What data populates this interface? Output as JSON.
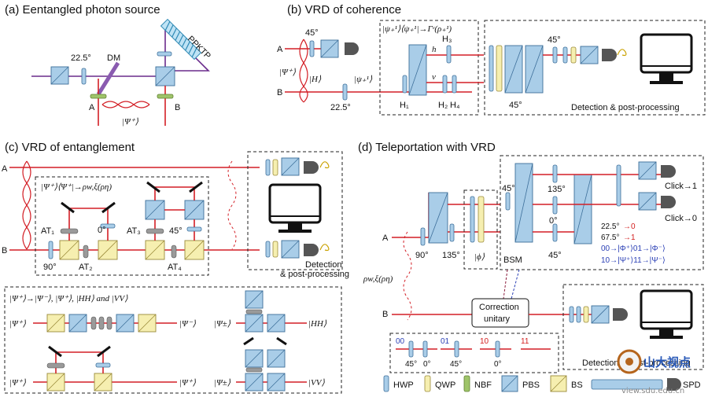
{
  "panels": {
    "a": {
      "title": "(a) Eentangled photon source",
      "hwp_angle": "22.5°",
      "dm": "DM",
      "crystal": "PPKTP",
      "port_a": "A",
      "port_b": "B",
      "state": "|Ψ⁺⟩"
    },
    "b": {
      "title": "(b) VRD of coherence",
      "angle1": "45°",
      "port_a": "A",
      "port_b": "B",
      "state": "|Ψ⁺⟩",
      "H_ket": "|H⟩",
      "psi_ket": "|ψ₊¹⟩",
      "angle2": "22.5°",
      "map": "|ψ₊¹⟩⟨ψ₊¹|→Γᵋ(ρ₊¹)",
      "h": "h",
      "v": "v",
      "H1": "H₁",
      "H2": "H₂",
      "H3": "H₃",
      "H4": "H₄",
      "angle3": "45°",
      "angle4": "45°",
      "det_label": "Detection & post-processing"
    },
    "c": {
      "title": "(c) VRD of entanglement",
      "port_a": "A",
      "port_b": "B",
      "map": "|Ψ⁺⟩⟨Ψ⁺|→ρw,ξ(ρη)",
      "at1": "AT₁",
      "at2": "AT₂",
      "at3": "AT₃",
      "at4": "AT₄",
      "zero": "0°",
      "forty5": "45°",
      "ninety": "90°",
      "det_label": "Detection",
      "det_label2": "& post-processing",
      "sub_title": "|Ψ⁺⟩→|Ψ⁻⟩, |Ψ⁺⟩, |HH⟩ and |VV⟩",
      "in1": "|Ψ⁺⟩",
      "out1": "|Ψ⁻⟩",
      "in2": "|Ψ⁺⟩",
      "in3": "|Ψ⁺⟩",
      "out3": "|Ψ⁺⟩",
      "in4": "|Ψ±⟩",
      "out4": "|VV⟩",
      "out2": "|HH⟩",
      "in2b": "|Ψ±⟩"
    },
    "d": {
      "title": "(d) Teleportation with VRD",
      "angle45": "45°",
      "angle135a": "135°",
      "angle0": "0°",
      "angle45b": "45°",
      "angle90": "90°",
      "angle135b": "135°",
      "phi": "|ϕ⟩",
      "bsm": "BSM",
      "click1": "Click→1",
      "click0": "Click→0",
      "rule1a": "22.5°",
      "rule1b": "→0",
      "rule2a": "67.5°",
      "rule2b": "→1",
      "map1": "00→|Φ⁺⟩01→|Φ⁻⟩",
      "map2": "10→|Ψ⁺⟩11→|Ψ⁻⟩",
      "rho": "ρw,ξ(ρη)",
      "port_a": "A",
      "port_b": "B",
      "corr1": "Correction",
      "corr2": "unitary",
      "c00": "00",
      "c01": "01",
      "c10": "10",
      "c11": "11",
      "ca1": "45°",
      "ca2": "0°",
      "ca3": "45°",
      "ca4": "0°",
      "det_label": "Detection & post-processing"
    }
  },
  "legend": [
    {
      "label": "HWP"
    },
    {
      "label": "QWP"
    },
    {
      "label": "NBF"
    },
    {
      "label": "PBS"
    },
    {
      "label": "BS"
    },
    {
      "label": "SPD"
    }
  ],
  "watermark": {
    "line1": "山大视点",
    "line2": "view.sdu.edu.cn"
  },
  "colors": {
    "beam": "#d31f26",
    "pump": "#6a2b8c",
    "hwp": "#a9cde8",
    "qwp": "#f6efb0",
    "nbf": "#9fc46a",
    "pbs": "#a9cde8"
  }
}
